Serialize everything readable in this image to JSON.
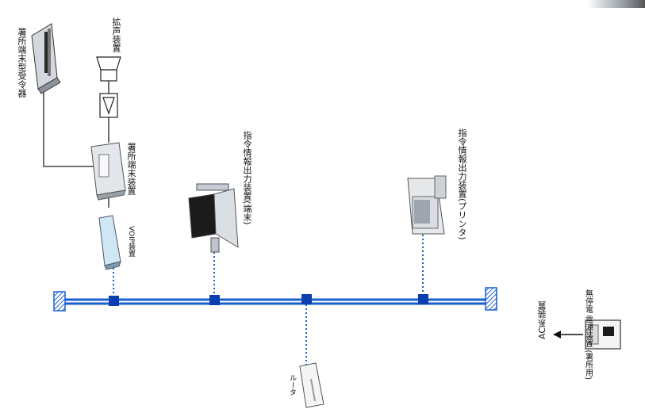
{
  "labels": {
    "terminal_control": "署所端末型受令器",
    "speaker": "拡声装置",
    "office_terminal": "署所端末装置",
    "voip": "VOIP装置",
    "cmd_terminal": "指令情報出力装置(端末)",
    "cmd_printer": "指令情報出力装置(プリンタ)",
    "router": "ルータ",
    "ups_line1": "無停電",
    "ups_line2": "電源装置",
    "ups_line3": "(署所用)",
    "ac": "AC系装置"
  },
  "colors": {
    "bus": "#1a5fd0",
    "node": "#0b3fb0",
    "device_fill": "#e6e9ee",
    "line": "#222222"
  }
}
